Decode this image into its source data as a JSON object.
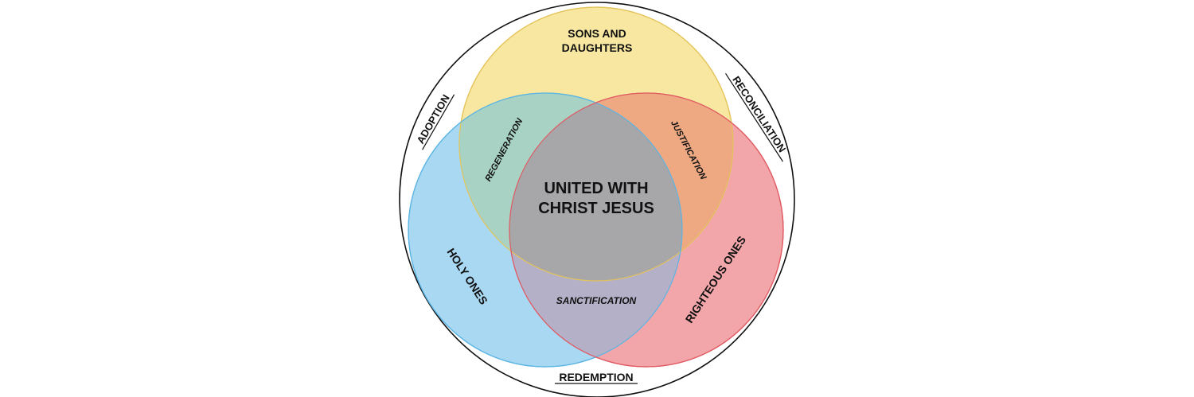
{
  "diagram": {
    "outer_ring": {
      "color": "#111111"
    },
    "circles": [
      {
        "id": "yellow",
        "label_lines": [
          "SONS AND",
          "DAUGHTERS"
        ],
        "fill": "#f7e7a1",
        "stroke": "#e6c65a"
      },
      {
        "id": "blue",
        "label": "HOLY ONES",
        "fill": "#a9d8f2",
        "stroke": "#5bb4e3"
      },
      {
        "id": "red",
        "label": "RIGHTEOUS ONES",
        "fill": "#f2a6aa",
        "stroke": "#e05a62"
      }
    ],
    "center_label_lines": [
      "UNITED WITH",
      "CHRIST JESUS"
    ],
    "pair_overlaps": {
      "yellow_blue": "REGENERATION",
      "yellow_red": "JUSTIFICATION",
      "blue_red": "SANCTIFICATION"
    },
    "ring_labels": {
      "left": "ADOPTION",
      "right": "RECONCILIATION",
      "bottom": "REDEMPTION"
    }
  }
}
